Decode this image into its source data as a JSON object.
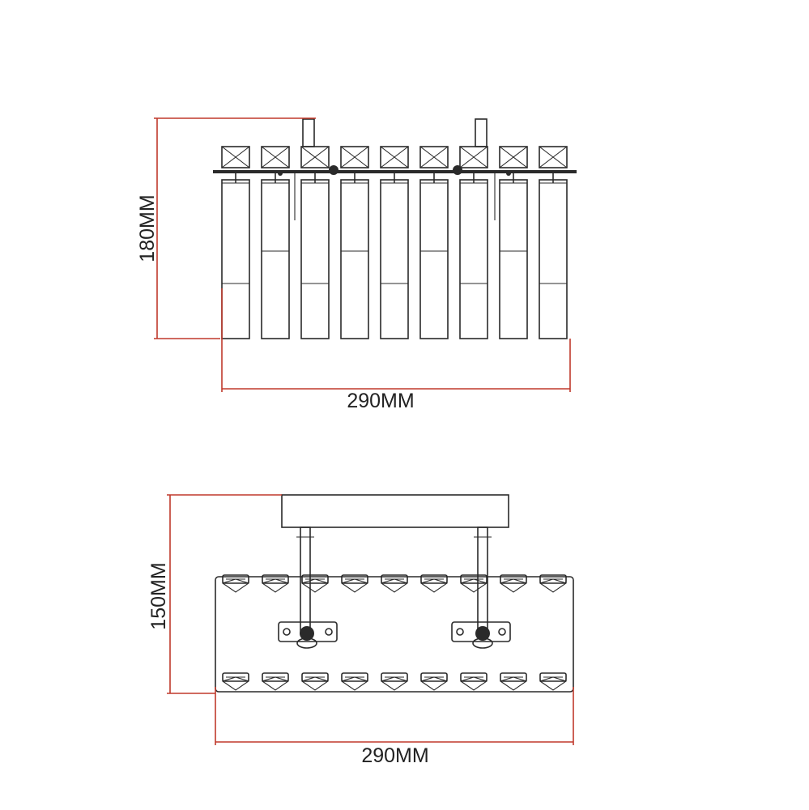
{
  "colors": {
    "dimension_line": "#c0392b",
    "drawing_line": "#2a2a2a",
    "background": "#ffffff"
  },
  "front_view": {
    "height_label": "180MM",
    "width_label": "290MM"
  },
  "top_view": {
    "height_label": "150MM",
    "width_label": "290MM"
  }
}
